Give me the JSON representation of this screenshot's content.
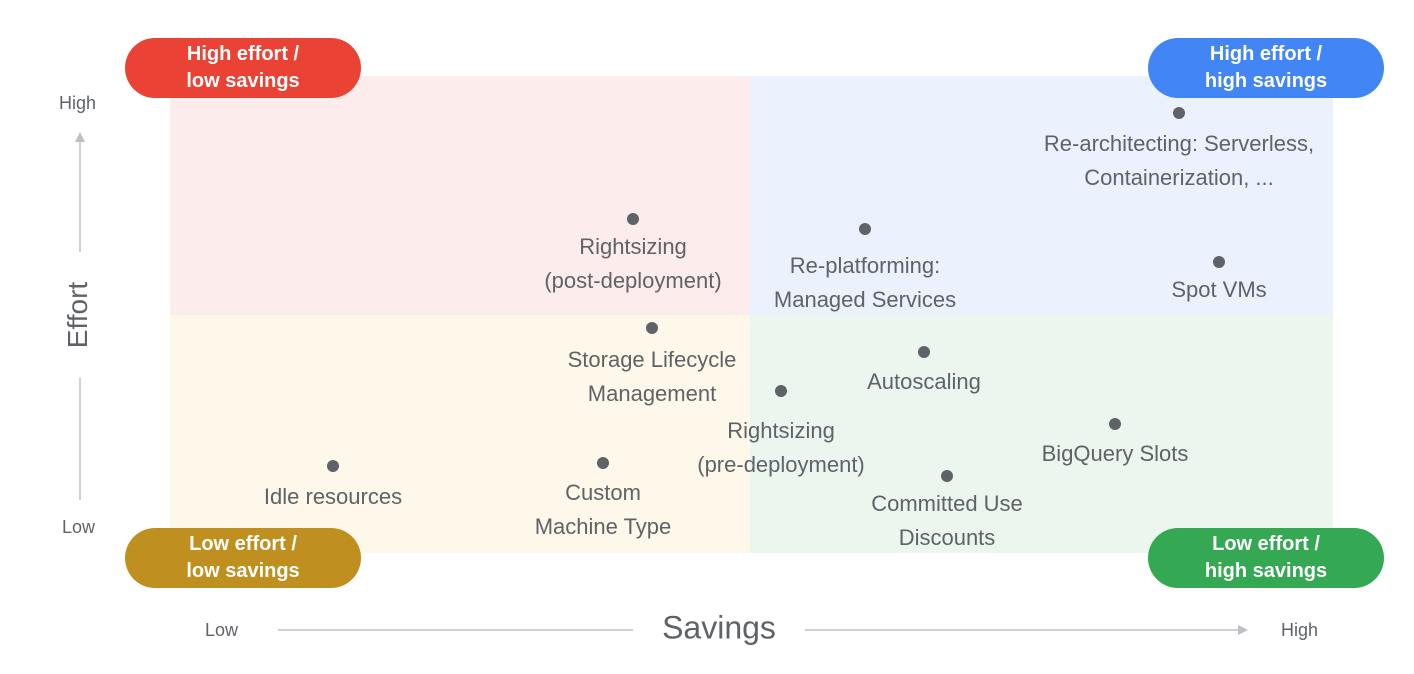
{
  "quadrants": {
    "high_low": {
      "label": "High effort /\nlow savings",
      "color": "#ea4335"
    },
    "high_high": {
      "label": "High effort /\nhigh savings",
      "color": "#4285f4"
    },
    "low_low": {
      "label": "Low effort /\nlow savings",
      "color": "#bf9020"
    },
    "low_high": {
      "label": "Low effort /\nhigh savings",
      "color": "#34a853"
    }
  },
  "y_axis": {
    "title": "Effort",
    "high": "High",
    "low": "Low"
  },
  "x_axis": {
    "title": "Savings",
    "low": "Low",
    "high": "High"
  },
  "points": [
    {
      "id": "rearch",
      "line1": "Re-architecting: Serverless,",
      "line2": "Containerization, ..."
    },
    {
      "id": "rs_post",
      "line1": "Rightsizing",
      "line2": "(post-deployment)"
    },
    {
      "id": "replat",
      "line1": "Re-platforming:",
      "line2": "Managed Services"
    },
    {
      "id": "spot",
      "line1": "Spot VMs",
      "line2": ""
    },
    {
      "id": "storage",
      "line1": "Storage Lifecycle",
      "line2": "Management"
    },
    {
      "id": "autoscale",
      "line1": "Autoscaling",
      "line2": ""
    },
    {
      "id": "rs_pre",
      "line1": "Rightsizing",
      "line2": "(pre-deployment)"
    },
    {
      "id": "bq",
      "line1": "BigQuery Slots",
      "line2": ""
    },
    {
      "id": "idle",
      "line1": "Idle resources",
      "line2": ""
    },
    {
      "id": "custom",
      "line1": "Custom",
      "line2": "Machine Type"
    },
    {
      "id": "cud",
      "line1": "Committed Use",
      "line2": "Discounts"
    }
  ]
}
